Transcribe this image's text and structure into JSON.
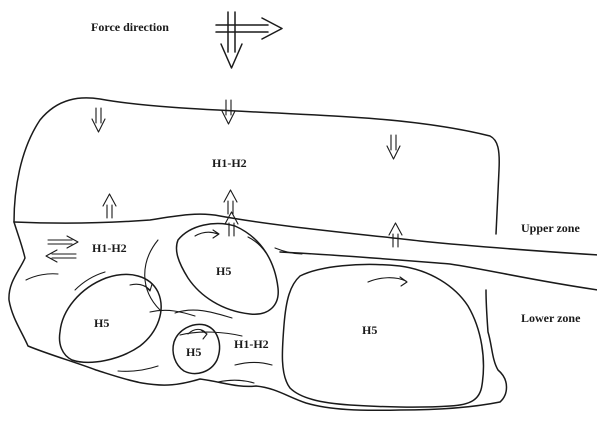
{
  "labels": {
    "force_direction": "Force direction",
    "upper_zone": "Upper zone",
    "lower_zone": "Lower zone",
    "block_top": "H1-H2",
    "matrix_left": "H1-H2",
    "matrix_bottom": "H1-H2",
    "lens_upper_middle": "H5",
    "lens_left": "H5",
    "lens_small": "H5",
    "lens_large": "H5"
  }
}
